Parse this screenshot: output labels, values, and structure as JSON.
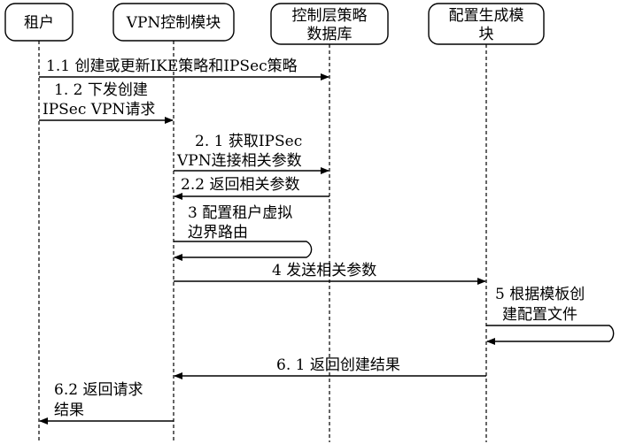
{
  "actors": [
    {
      "lines": [
        "租户"
      ]
    },
    {
      "lines": [
        "VPN控制模块"
      ]
    },
    {
      "lines": [
        "控制层策略",
        "数据库"
      ]
    },
    {
      "lines": [
        "配置生成模",
        "块"
      ]
    }
  ],
  "messages": [
    {
      "lines": [
        "1.1 创建或更新IKE策略和IPSec策略"
      ]
    },
    {
      "lines": [
        "1. 2  下发创建",
        "IPSec VPN请求"
      ]
    },
    {
      "lines": [
        "2. 1  获取IPSec",
        "VPN连接相关参数"
      ]
    },
    {
      "lines": [
        "2.2 返回相关参数"
      ]
    },
    {
      "lines": [
        "3  配置租户虚拟",
        "边界路由"
      ]
    },
    {
      "lines": [
        "4  发送相关参数"
      ]
    },
    {
      "lines": [
        "5 根据模板创",
        "建配置文件"
      ]
    },
    {
      "lines": [
        "6. 1  返回创建结果"
      ]
    },
    {
      "lines": [
        "6.2 返回请求",
        "结果"
      ]
    }
  ]
}
